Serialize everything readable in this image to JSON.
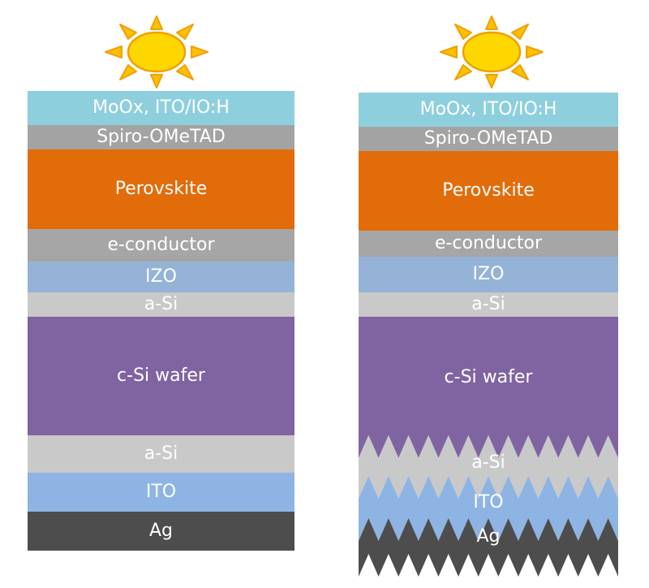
{
  "colors": {
    "moox": "#8ecfde",
    "spiro": "#a3a3a3",
    "perovskite": "#e36c0a",
    "econductor": "#a6a6a6",
    "izo": "#95b3d7",
    "asi": "#c9c9c9",
    "wafer": "#8064a2",
    "ito": "#8eb4e3",
    "ag": "#4d4d4d",
    "sun_fill": "#ffd700",
    "sun_stroke": "#f0a000",
    "sun_ray": "#ffc000"
  },
  "sun_icon": "sun-icon",
  "left_stack": {
    "layers": [
      {
        "id": "moox",
        "label": "MoOx, ITO/IO:H"
      },
      {
        "id": "spiro",
        "label": "Spiro-OMeTAD"
      },
      {
        "id": "perovskite",
        "label": "Perovskite"
      },
      {
        "id": "econductor",
        "label": "e-conductor"
      },
      {
        "id": "izo",
        "label": "IZO"
      },
      {
        "id": "asi-top",
        "label": "a-Si"
      },
      {
        "id": "wafer",
        "label": "c-Si wafer"
      },
      {
        "id": "asi-bottom",
        "label": "a-Si"
      },
      {
        "id": "ito",
        "label": "ITO"
      },
      {
        "id": "ag",
        "label": "Ag"
      }
    ]
  },
  "right_stack": {
    "layers": [
      {
        "id": "moox",
        "label": "MoOx, ITO/IO:H"
      },
      {
        "id": "spiro",
        "label": "Spiro-OMeTAD"
      },
      {
        "id": "perovskite",
        "label": "Perovskite"
      },
      {
        "id": "econductor",
        "label": "e-conductor"
      },
      {
        "id": "izo",
        "label": "IZO"
      },
      {
        "id": "asi-top",
        "label": "a-Si"
      },
      {
        "id": "wafer",
        "label": "c-Si wafer"
      },
      {
        "id": "asi-bottom",
        "label": "a-Si"
      },
      {
        "id": "ito",
        "label": "ITO"
      },
      {
        "id": "ag",
        "label": "Ag"
      }
    ]
  }
}
